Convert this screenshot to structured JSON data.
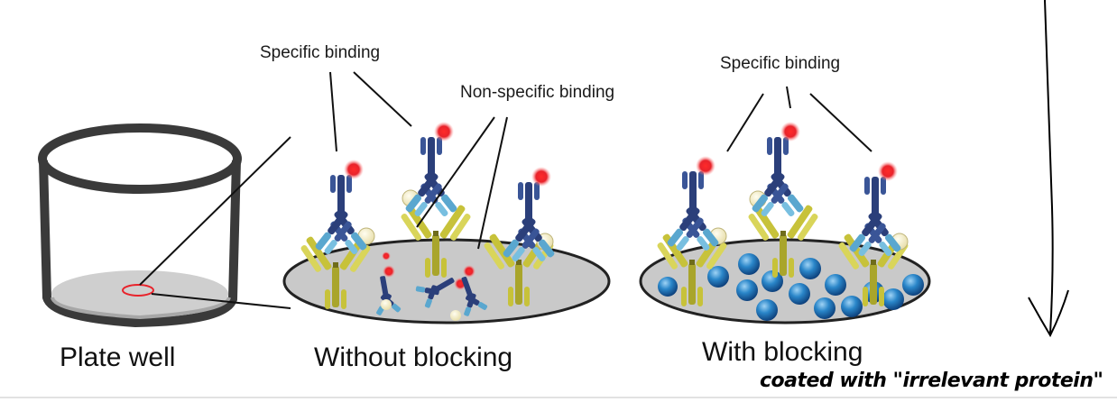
{
  "labels": {
    "plate_well": "Plate well",
    "without_blocking": "Without blocking",
    "with_blocking": "With blocking",
    "specific_binding_left": "Specific binding",
    "non_specific_binding": "Non-specific binding",
    "specific_binding_right": "Specific binding"
  },
  "handwritten_note": "coated with \"irrelevant protein\"",
  "colors": {
    "antibody_dark": "#2b3f7a",
    "antibody_light": "#5aa7cf",
    "secondary_antibody": "#c7c23a",
    "label_red": "#e8232b",
    "antigen": "#f3ecc8",
    "plate_surface": "#c9c9c9",
    "blocking_protein": "#1f6fb5"
  }
}
